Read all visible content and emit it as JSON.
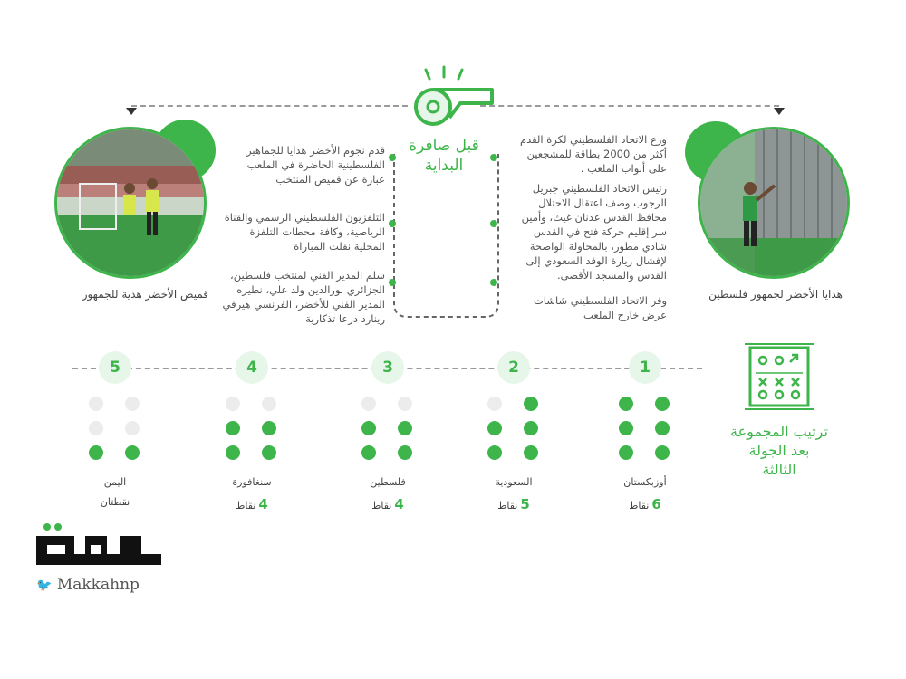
{
  "header": {
    "title_line1": "قبل صافرة",
    "title_line2": "البداية"
  },
  "left_photo": {
    "caption": "قميص الأخضر هدية للجمهور"
  },
  "right_photo": {
    "caption": "هدايا الأخضر لجمهور فلسطين"
  },
  "left_column": [
    "قدم نجوم الأخضر هدايا للجماهير الفلسطينية الحاضرة في الملعب عبارة عن قميص المنتخب",
    "التلفزيون الفلسطيني الرسمي والقناة الرياضية، وكافة محطات التلفزة المحلية نقلت المباراة",
    "سلم المدير الفني لمنتخب فلسطين، الجزائري نورالدين ولد علي، نظيره المدير الفني للأخضر، الفرنسي هيرفي رينارد درعا تذكارية"
  ],
  "right_column": [
    "وزع الاتحاد الفلسطيني لكرة القدم أكثر من 2000 بطاقة للمشجعين على أبواب الملعب .",
    "رئيس الاتحاد الفلسطيني جبريل الرجوب وصف اعتقال الاحتلال محافظ القدس عدنان غيث، وأمين سر إقليم حركة فتح في القدس شادي مطور، بالمحاولة الواضحة لإفشال زيارة الوفد السعودي إلى القدس والمسجد الأقصى.",
    "وفر الاتحاد الفلسطيني شاشات عرض خارج الملعب"
  ],
  "standings": {
    "title_line1": "ترتيب المجموعة",
    "title_line2": "بعد الجولة",
    "title_line3": "الثالثة",
    "points_unit": "نقاط",
    "teams": [
      {
        "rank": "1",
        "name": "أوزبكستان",
        "points": "6",
        "points_value": 6
      },
      {
        "rank": "2",
        "name": "السعودية",
        "points": "5",
        "points_value": 5
      },
      {
        "rank": "3",
        "name": "فلسطين",
        "points": "4",
        "points_value": 4
      },
      {
        "rank": "4",
        "name": "سنغافورة",
        "points": "4",
        "points_value": 4
      },
      {
        "rank": "5",
        "name": "اليمن",
        "points_text": "نقطتان",
        "points_value": 2
      }
    ]
  },
  "brand": {
    "logo_text": "مكة",
    "handle": "Makkahnp"
  },
  "colors": {
    "accent": "#3db54a",
    "text": "#555555"
  },
  "icons": [
    "whistle-icon",
    "tactics-board-icon",
    "twitter-bird-icon"
  ]
}
